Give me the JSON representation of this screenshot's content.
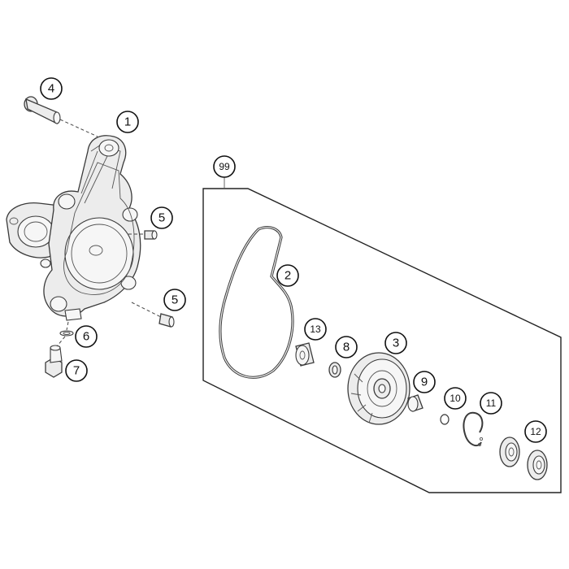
{
  "callouts": {
    "c1": "1",
    "c2": "2",
    "c3": "3",
    "c4": "4",
    "c5a": "5",
    "c5b": "5",
    "c6": "6",
    "c7": "7",
    "c8": "8",
    "c9": "9",
    "c10": "10",
    "c11": "11",
    "c12": "12",
    "c13": "13",
    "c99": "99"
  }
}
